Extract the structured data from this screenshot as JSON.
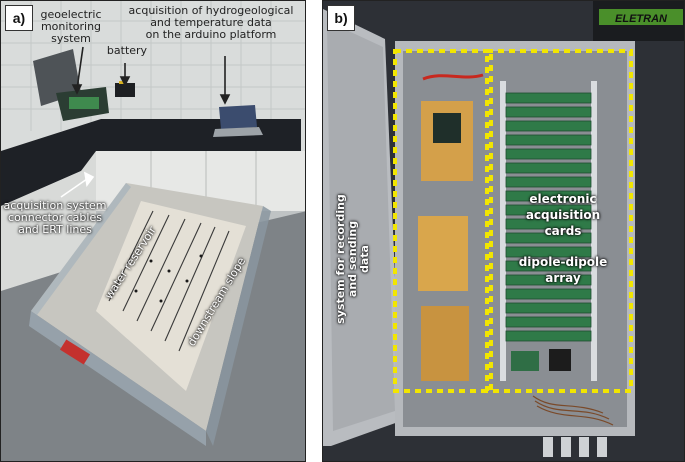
{
  "panel_a": {
    "label": "a)",
    "annotations": {
      "monitoring": "geoelectric\nmonitoring\nsystem",
      "battery": "battery",
      "arduino": "acquisition of hydrogeological\nand temperature data\non the arduino platform",
      "cables": "acquisition system\nconnector cables\nand ERT lines",
      "reservoir": "water reservoir",
      "slope": "downstream slope"
    }
  },
  "panel_b": {
    "label": "b)",
    "annotations": {
      "recording": "system for recording\nand sending\ndata",
      "cards": "electronic\nacquisition\ncards",
      "array": "dipole-dipole\narray"
    },
    "battery_brand": "ELETRAN"
  },
  "colors": {
    "highlight_box": "#f2e600",
    "wall_tile": "#d9dcdb",
    "countertop": "#1e2126",
    "acquisition_card": "#2f7a48",
    "box_panel": "#b9bcc0"
  },
  "icons": [
    "arrow-icon"
  ]
}
